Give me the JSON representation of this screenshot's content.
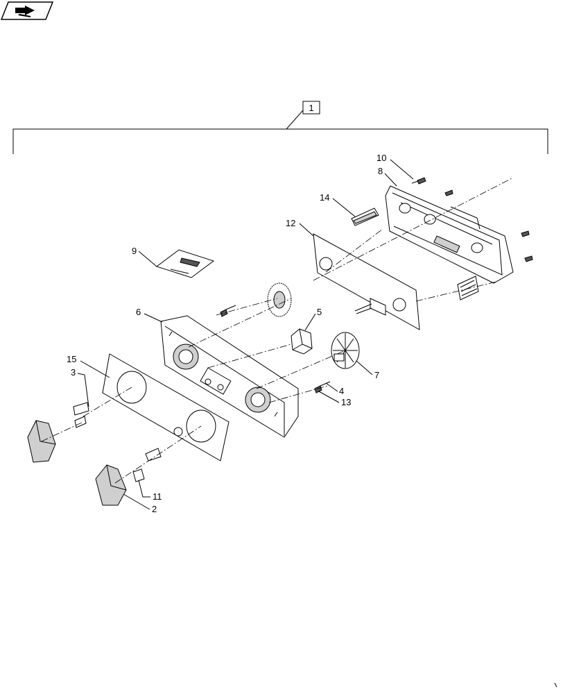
{
  "nav": {
    "icon": "book-arrow-icon"
  },
  "assembly": {
    "number": "1"
  },
  "callouts": [
    {
      "id": "c2",
      "number": "2"
    },
    {
      "id": "c3",
      "number": "3"
    },
    {
      "id": "c4",
      "number": "4"
    },
    {
      "id": "c5",
      "number": "5"
    },
    {
      "id": "c6",
      "number": "6"
    },
    {
      "id": "c7",
      "number": "7"
    },
    {
      "id": "c8",
      "number": "8"
    },
    {
      "id": "c9",
      "number": "9"
    },
    {
      "id": "c10",
      "number": "10"
    },
    {
      "id": "c11",
      "number": "11"
    },
    {
      "id": "c12",
      "number": "12"
    },
    {
      "id": "c13",
      "number": "13"
    },
    {
      "id": "c14",
      "number": "14"
    },
    {
      "id": "c15",
      "number": "15"
    }
  ]
}
